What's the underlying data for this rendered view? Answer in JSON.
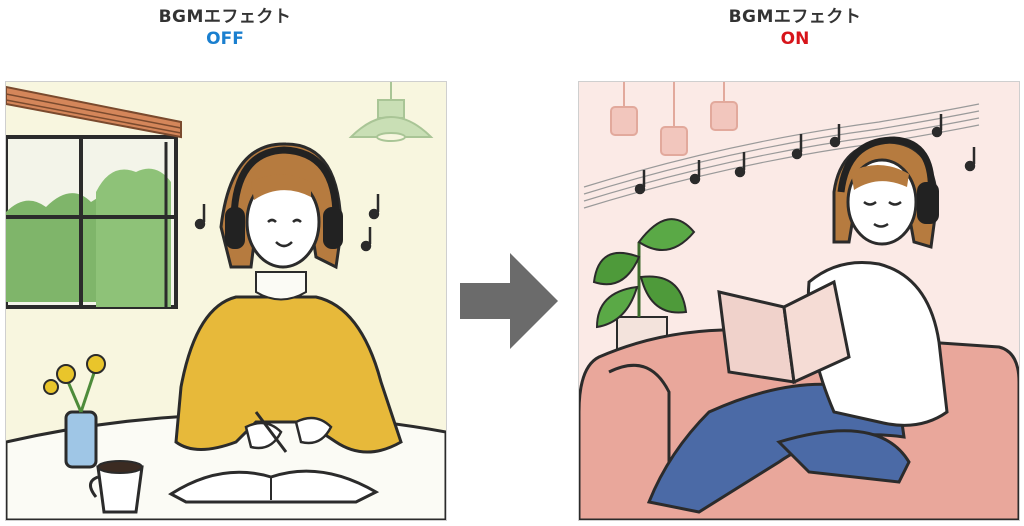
{
  "left": {
    "title": "BGMエフェクト",
    "state": "OFF",
    "state_color": "#1a7fcf",
    "illustration": "woman-writing-with-headphones-off"
  },
  "right": {
    "title": "BGMエフェクト",
    "state": "ON",
    "state_color": "#d7141a",
    "illustration": "woman-reading-with-headphones-music"
  },
  "arrow": {
    "icon": "right-arrow-icon",
    "color": "#6b6b6b"
  }
}
